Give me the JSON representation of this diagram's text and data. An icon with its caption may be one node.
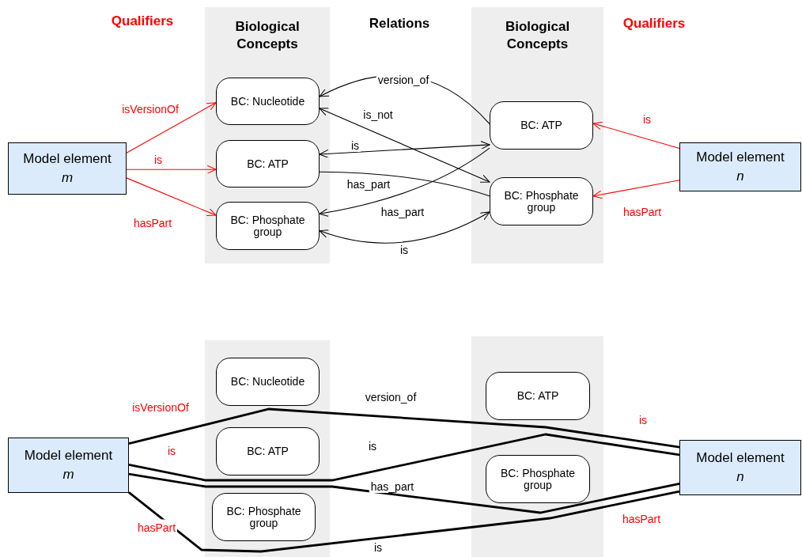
{
  "diagram": {
    "nodes": [
      {
        "text": [
          "Model element",
          "m"
        ]
      },
      {
        "text": [
          "Biological Concepts"
        ]
      },
      {
        "text": [
          "BC: Nucleotide"
        ],
        "in": 1
      },
      {
        "text": [
          "BC: ATP"
        ],
        "in": 1
      },
      {
        "text": [
          "BC: Phosphate group"
        ],
        "in": 1
      },
      {
        "text": [
          "Biological Concepts"
        ]
      },
      {
        "text": [
          "BC: ATP"
        ],
        "in": 5
      },
      {
        "text": [
          "BC: Phosphate group"
        ],
        "in": 5
      },
      {
        "text": [
          "Model element",
          "n"
        ]
      },
      {
        "text": [
          "Model element",
          "m"
        ]
      },
      {
        "text": [],
        "shape": "box"
      },
      {
        "text": [
          "BC: Nucleotide"
        ],
        "in": 10
      },
      {
        "text": [
          "BC: ATP"
        ],
        "in": 10
      },
      {
        "text": [
          "BC: Phosphate group"
        ],
        "in": 10
      },
      {
        "text": [],
        "shape": "box"
      },
      {
        "text": [
          "BC: ATP"
        ],
        "in": 14
      },
      {
        "text": [
          "BC: Phosphate group"
        ],
        "in": 14
      },
      {
        "text": [
          "Model element",
          "n"
        ]
      }
    ],
    "edges": [
      {
        "from": 0,
        "to": 2,
        "arrow": "to",
        "label": "isVersionOf",
        "color": "#ff0000"
      },
      {
        "from": 0,
        "to": 3,
        "arrow": "to",
        "label": "is",
        "color": "#ff0000"
      },
      {
        "from": 0,
        "to": 4,
        "arrow": "to",
        "label": "hasPart",
        "color": "#ff0000"
      },
      {
        "from": 8,
        "to": 6,
        "arrow": "to",
        "label": "is",
        "color": "#ff0000"
      },
      {
        "from": 8,
        "to": 7,
        "arrow": "to",
        "label": "hasPart",
        "color": "#ff0000"
      },
      {
        "from": 6,
        "to": 2,
        "arrow": "to",
        "label": "version_of"
      },
      {
        "from": 2,
        "to": 7,
        "arrow": "both",
        "label": "is_not"
      },
      {
        "from": 3,
        "to": 6,
        "arrow": "both",
        "label": "is"
      },
      {
        "from": 3,
        "to": 7,
        "arrow": "none",
        "label": "has_part"
      },
      {
        "from": 6,
        "to": 4,
        "arrow": "to",
        "label": "has_part"
      },
      {
        "from": 4,
        "to": 7,
        "arrow": "both",
        "label": "is"
      },
      {
        "from": 9,
        "to": 17,
        "arrow": "none",
        "label": "version_of",
        "style": "thick"
      },
      {
        "from": 9,
        "to": 17,
        "arrow": "none",
        "label": "is",
        "style": "thick"
      },
      {
        "from": 9,
        "to": 17,
        "arrow": "none",
        "label": "has_part",
        "style": "thick"
      },
      {
        "from": 9,
        "to": 17,
        "arrow": "none",
        "label": "is",
        "style": "thick"
      }
    ],
    "labels": [
      "Qualifiers",
      "Relations",
      "Qualifiers",
      "isVersionOf",
      "is",
      "is",
      "hasPart",
      "hasPart"
    ]
  }
}
